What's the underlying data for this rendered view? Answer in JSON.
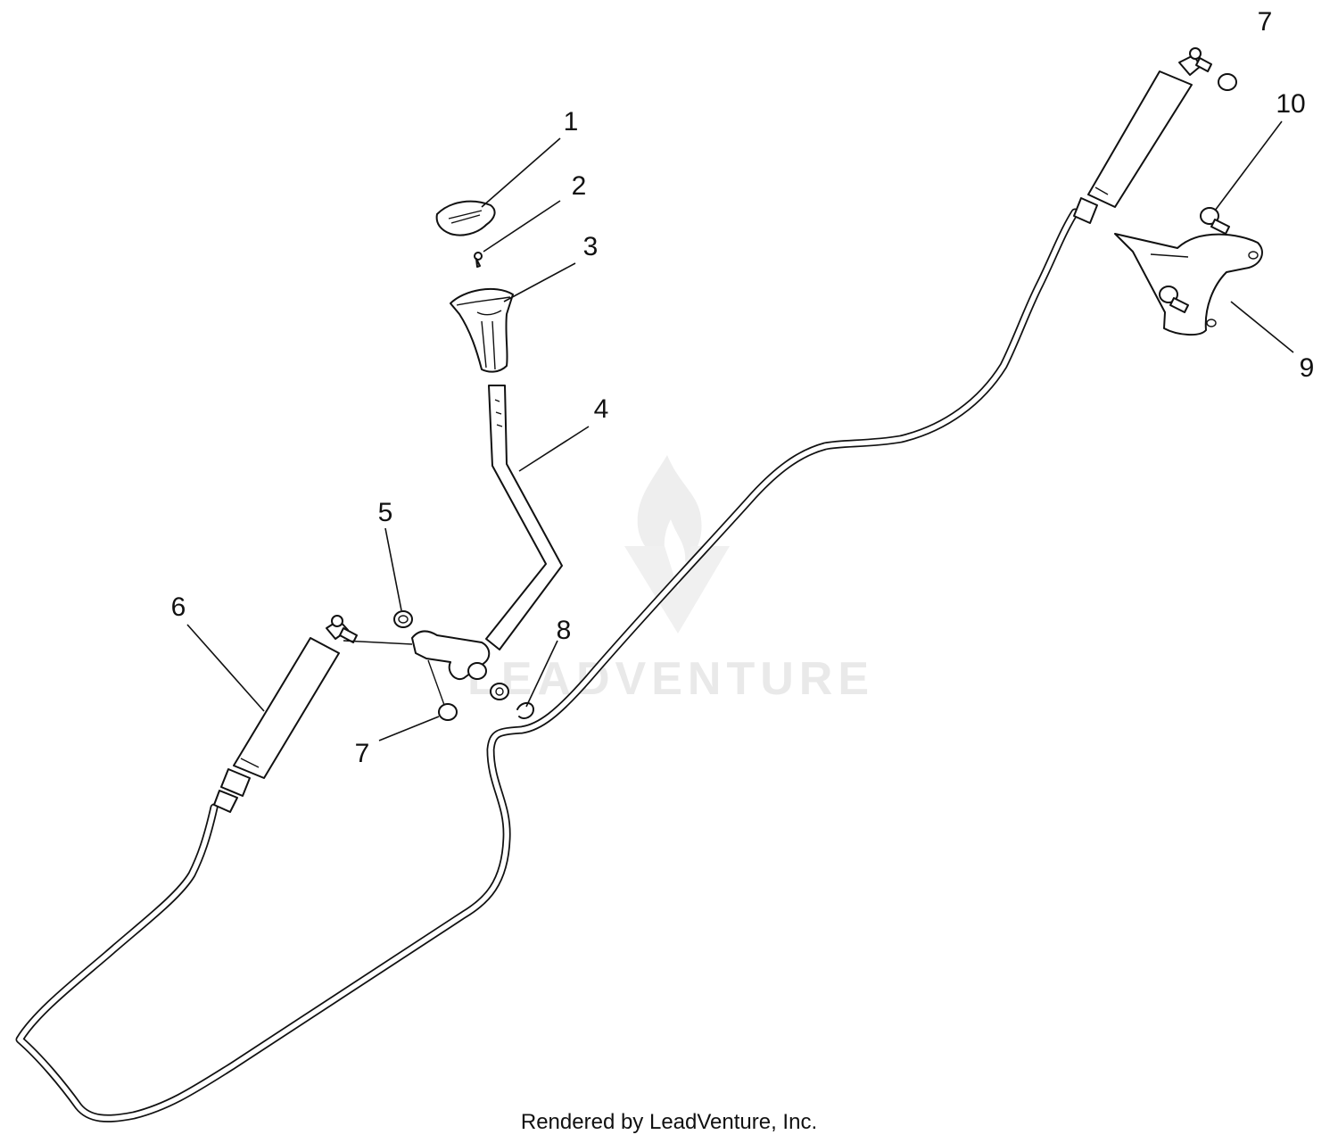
{
  "callouts": {
    "c1": "1",
    "c2": "2",
    "c3": "3",
    "c4": "4",
    "c5": "5",
    "c6": "6",
    "c7a": "7",
    "c7b": "7",
    "c8": "8",
    "c9": "9",
    "c10": "10"
  },
  "watermark": {
    "text": "LEADVENTURE"
  },
  "footer": {
    "text": "Rendered by LeadVenture, Inc."
  },
  "colors": {
    "line": "#111111",
    "background": "#ffffff",
    "watermark": "#e9e9e9"
  }
}
